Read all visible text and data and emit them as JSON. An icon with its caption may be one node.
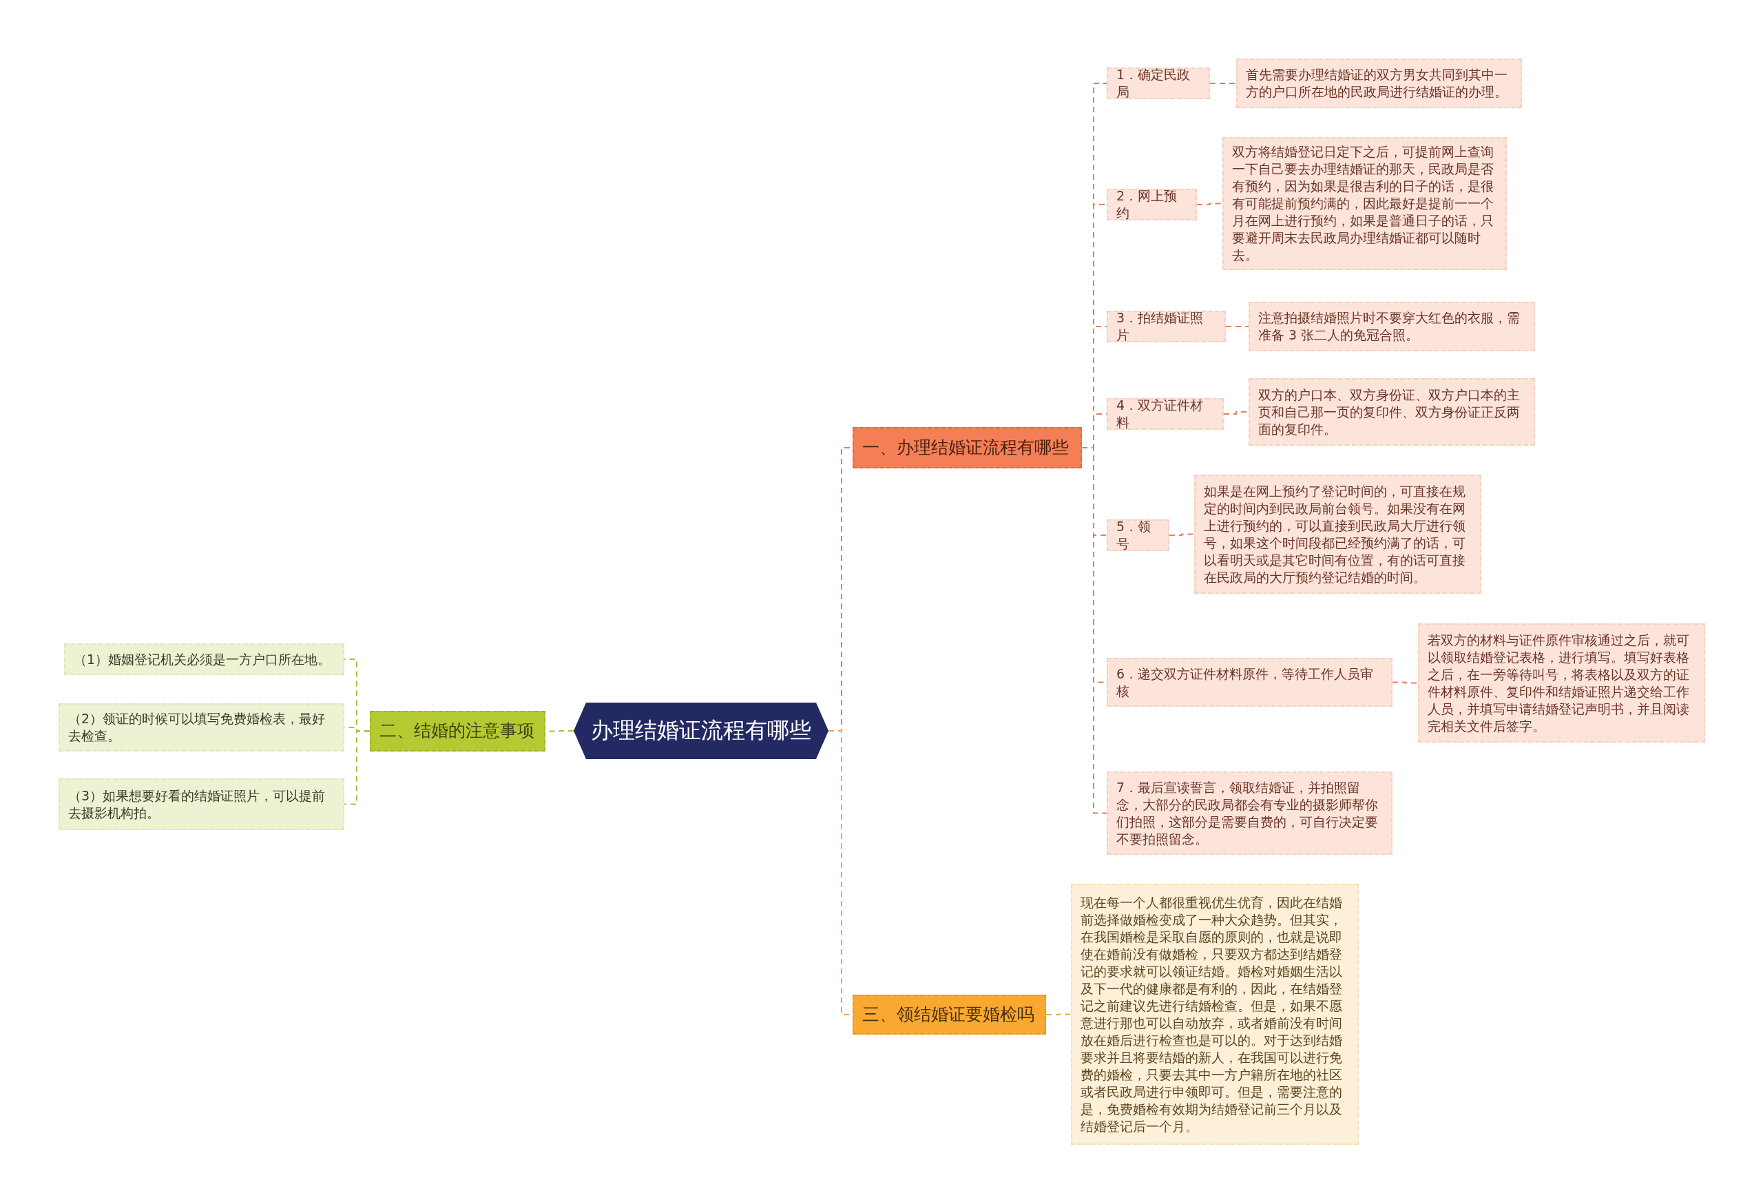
{
  "diagram": {
    "nodes": [
      {
        "text": [
          "办理结婚证流程有哪些"
        ]
      },
      {
        "text": [
          "一、办理结婚证流程有哪些"
        ]
      },
      {
        "text": [
          "1．确定民政局"
        ]
      },
      {
        "text": [
          "首先需要办理结婚证的双方男女共同到其中一方的户口所在地的民政局进行结婚证的办理。"
        ]
      },
      {
        "text": [
          "2．网上预约"
        ]
      },
      {
        "text": [
          "双方将结婚登记日定下之后，可提前网上查询一下自己要去办理结婚证的那天，民政局是否有预约，因为如果是很吉利的日子的话，是很有可能提前预约满的，因此最好是提前一一个月在网上进行预约，如果是普通日子的话，只要避开周末去民政局办理结婚证都可以随时去。"
        ]
      },
      {
        "text": [
          "3．拍结婚证照片"
        ]
      },
      {
        "text": [
          "注意拍摄结婚照片时不要穿大红色的衣服，需准备 3 张二人的免冠合照。"
        ]
      },
      {
        "text": [
          "4．双方证件材料"
        ]
      },
      {
        "text": [
          "双方的户口本、双方身份证、双方户口本的主页和自己那一页的复印件、双方身份证正反两面的复印件。"
        ]
      },
      {
        "text": [
          "5．领号"
        ]
      },
      {
        "text": [
          "如果是在网上预约了登记时间的，可直接在规定的时间内到民政局前台领号。如果没有在网上进行预约的，可以直接到民政局大厅进行领号，如果这个时间段都已经预约满了的话，可以看明天或是其它时间有位置，有的话可直接在民政局的大厅预约登记结婚的时间。"
        ]
      },
      {
        "text": [
          "6．递交双方证件材料原件，等待工作人员审核"
        ]
      },
      {
        "text": [
          "若双方的材料与证件原件审核通过之后，就可以领取结婚登记表格，进行填写。填写好表格之后，在一旁等待叫号，将表格以及双方的证件材料原件、复印件和结婚证照片递交给工作人员，并填写申请结婚登记声明书，并且阅读完相关文件后签字。"
        ]
      },
      {
        "text": [
          "7．最后宣读誓言，领取结婚证，并拍照留念，大部分的民政局都会有专业的摄影师帮你们拍照，这部分是需要自费的，可自行决定要不要拍照留念。"
        ]
      },
      {
        "text": [
          "二、结婚的注意事项"
        ]
      },
      {
        "text": [
          "（1）婚姻登记机关必须是一方户口所在地。"
        ]
      },
      {
        "text": [
          "（2）领证的时候可以填写免费婚检表，最好去检查。"
        ]
      },
      {
        "text": [
          "（3）如果想要好看的结婚证照片，可以提前去摄影机构拍。"
        ]
      },
      {
        "text": [
          "三、领结婚证要婚检吗"
        ]
      },
      {
        "text": [
          "现在每一个人都很重视优生优育，因此在结婚前选择做婚检变成了一种大众趋势。但其实，在我国婚检是采取自愿的原则的，也就是说即使在婚前没有做婚检，只要双方都达到结婚登记的要求就可以领证结婚。婚检对婚姻生活以及下一代的健康都是有利的，因此，在结婚登记之前建议先进行结婚检查。但是，如果不愿意进行那也可以自动放弃，或者婚前没有时间放在婚后进行检查也是可以的。对于达到结婚要求并且将要结婚的新人，在我国可以进行免费的婚检，只要去其中一方户籍所在地的社区或者民政局进行申领即可。但是，需要注意的是，免费婚检有效期为结婚登记前三个月以及结婚登记后一个月。"
        ]
      }
    ],
    "edges": [
      {
        "from": 0,
        "to": 1,
        "arrow": "none",
        "style": "dashed",
        "color": "#e0825e"
      },
      {
        "from": 0,
        "to": 15,
        "arrow": "none",
        "style": "dashed",
        "color": "#a8c23a"
      },
      {
        "from": 0,
        "to": 19,
        "arrow": "none",
        "style": "dashed",
        "color": "#eeaa48"
      },
      {
        "from": 1,
        "to": 2,
        "arrow": "none",
        "style": "dashed",
        "color": "#e0825e"
      },
      {
        "from": 1,
        "to": 4,
        "arrow": "none",
        "style": "dashed",
        "color": "#e0825e"
      },
      {
        "from": 1,
        "to": 6,
        "arrow": "none",
        "style": "dashed",
        "color": "#e0825e"
      },
      {
        "from": 1,
        "to": 8,
        "arrow": "none",
        "style": "dashed",
        "color": "#e0825e"
      },
      {
        "from": 1,
        "to": 10,
        "arrow": "none",
        "style": "dashed",
        "color": "#e0825e"
      },
      {
        "from": 1,
        "to": 12,
        "arrow": "none",
        "style": "dashed",
        "color": "#e0825e"
      },
      {
        "from": 1,
        "to": 14,
        "arrow": "none",
        "style": "dashed",
        "color": "#e0825e"
      },
      {
        "from": 2,
        "to": 3,
        "arrow": "none",
        "style": "dashed",
        "color": "#e0825e"
      },
      {
        "from": 4,
        "to": 5,
        "arrow": "none",
        "style": "dashed",
        "color": "#e0825e"
      },
      {
        "from": 6,
        "to": 7,
        "arrow": "none",
        "style": "dashed",
        "color": "#e0825e"
      },
      {
        "from": 8,
        "to": 9,
        "arrow": "none",
        "style": "dashed",
        "color": "#e0825e"
      },
      {
        "from": 10,
        "to": 11,
        "arrow": "none",
        "style": "dashed",
        "color": "#e0825e"
      },
      {
        "from": 12,
        "to": 13,
        "arrow": "none",
        "style": "dashed",
        "color": "#e0825e"
      },
      {
        "from": 15,
        "to": 16,
        "arrow": "none",
        "style": "dashed",
        "color": "#a8c23a"
      },
      {
        "from": 15,
        "to": 17,
        "arrow": "none",
        "style": "dashed",
        "color": "#a8c23a"
      },
      {
        "from": 15,
        "to": 18,
        "arrow": "none",
        "style": "dashed",
        "color": "#a8c23a"
      },
      {
        "from": 19,
        "to": 20,
        "arrow": "none",
        "style": "dashed",
        "color": "#eeaa48"
      }
    ]
  }
}
